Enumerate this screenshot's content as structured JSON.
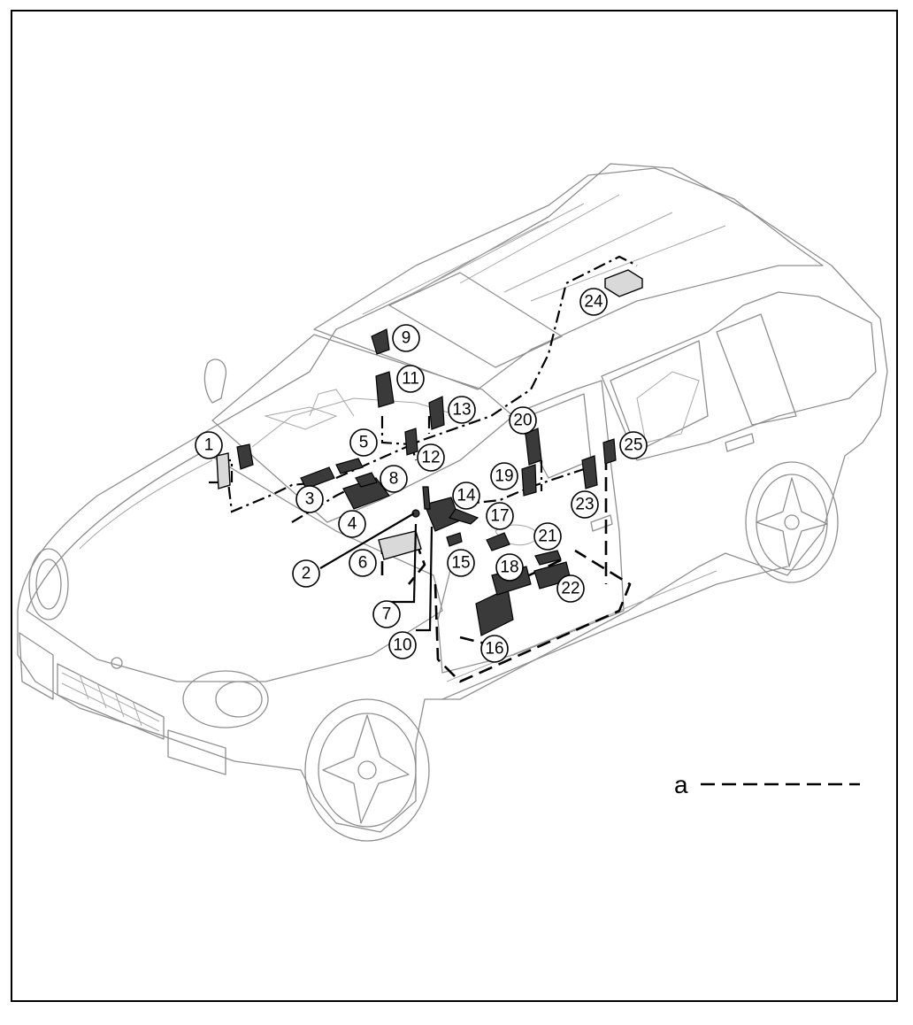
{
  "callouts": [
    "1",
    "2",
    "3",
    "4",
    "5",
    "6",
    "7",
    "8",
    "9",
    "10",
    "11",
    "12",
    "13",
    "14",
    "15",
    "16",
    "17",
    "18",
    "19",
    "20",
    "21",
    "22",
    "23",
    "24",
    "25"
  ],
  "legend": {
    "label": "a"
  },
  "colors": {
    "line": "#000000",
    "vehicle_outline": "#8f8f8f",
    "background": "#ffffff"
  }
}
